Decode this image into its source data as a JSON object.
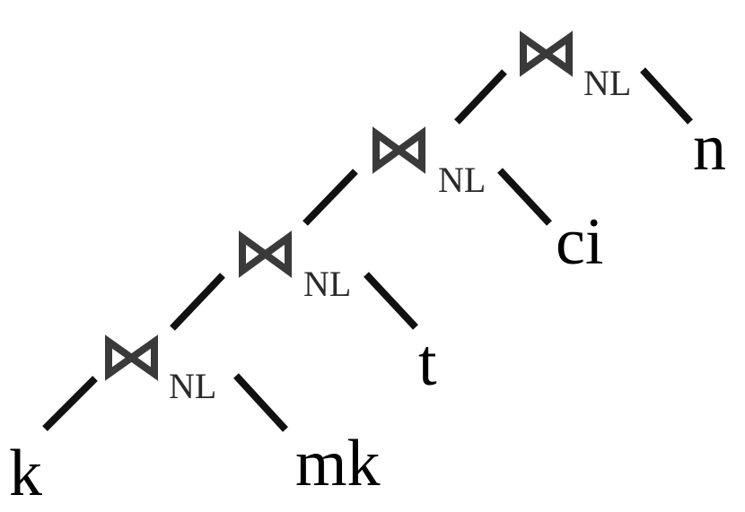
{
  "diagram": {
    "type": "left-deep join tree",
    "join_symbol": "bowtie-icon",
    "joins": [
      {
        "id": "join-1",
        "label": "NL"
      },
      {
        "id": "join-2",
        "label": "NL"
      },
      {
        "id": "join-3",
        "label": "NL"
      },
      {
        "id": "join-4",
        "label": "NL"
      }
    ],
    "leaves": [
      {
        "id": "leaf-n",
        "label": "n"
      },
      {
        "id": "leaf-ci",
        "label": "ci"
      },
      {
        "id": "leaf-t",
        "label": "t"
      },
      {
        "id": "leaf-k",
        "label": "k"
      },
      {
        "id": "leaf-mk",
        "label": "mk"
      }
    ],
    "colors": {
      "edge": "#111111",
      "join_symbol": "#3a3a3a",
      "text": "#000000"
    }
  }
}
